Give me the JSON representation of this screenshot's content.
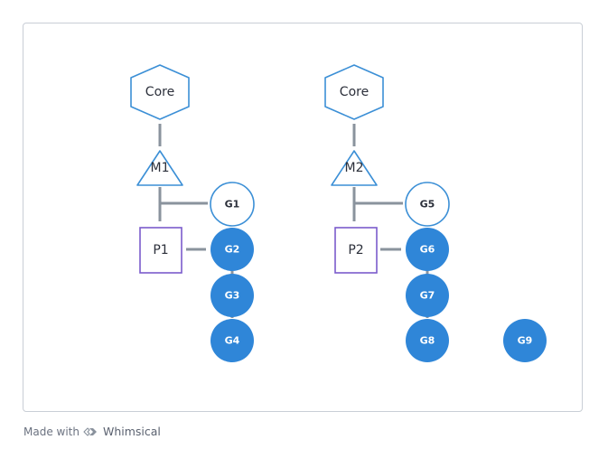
{
  "diagram": {
    "groups": [
      {
        "core": "Core",
        "machine": "M1",
        "processor": "P1",
        "waiting_goroutine": "G1",
        "queue": [
          "G2",
          "G3",
          "G4"
        ]
      },
      {
        "core": "Core",
        "machine": "M2",
        "processor": "P2",
        "waiting_goroutine": "G5",
        "queue": [
          "G6",
          "G7",
          "G8"
        ]
      }
    ],
    "free_goroutine": "G9"
  },
  "footer": {
    "made_with": "Made with",
    "brand": "Whimsical",
    "logo_icon": "whimsical-logo-icon"
  },
  "colors": {
    "hexagon_stroke": "#3b8fd6",
    "triangle_stroke": "#3b8fd6",
    "processor_stroke": "#7b5ccc",
    "goroutine_fill": "#2f86d8",
    "goroutine_outline": "#3b8fd6",
    "connector": "#8a939d",
    "frame_border": "#c9ced6"
  }
}
